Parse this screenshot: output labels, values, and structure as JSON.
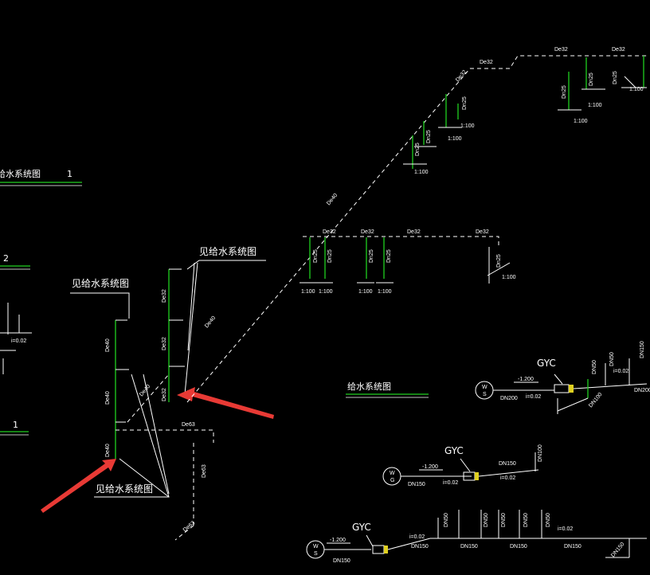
{
  "labels": {
    "ref_system_1": "见给水系统图",
    "ref_system_2": "见给水系统图",
    "ref_system_3": "见给水系统图",
    "water_system": "给水系统图",
    "water_system_left": "给水系统图",
    "num_1a": "1",
    "num_2": "2",
    "num_1b": "1",
    "gyc_1": "GYC",
    "gyc_2": "GYC",
    "gyc_3": "GYC"
  },
  "pipe": {
    "de32": "De32",
    "de40": "De40",
    "de25": "Dn25",
    "de63": "De63",
    "dn150": "DN150",
    "dn200": "DN200",
    "dn100": "DN100",
    "dn50": "DN50",
    "de50": "De50",
    "scale": "1:100",
    "elev": "-1.200",
    "slope": "i=0.02"
  },
  "colors": {
    "background": "#000000",
    "line": "#ffffff",
    "pipe_green": "#20d020",
    "arrow": "#e83a35"
  }
}
